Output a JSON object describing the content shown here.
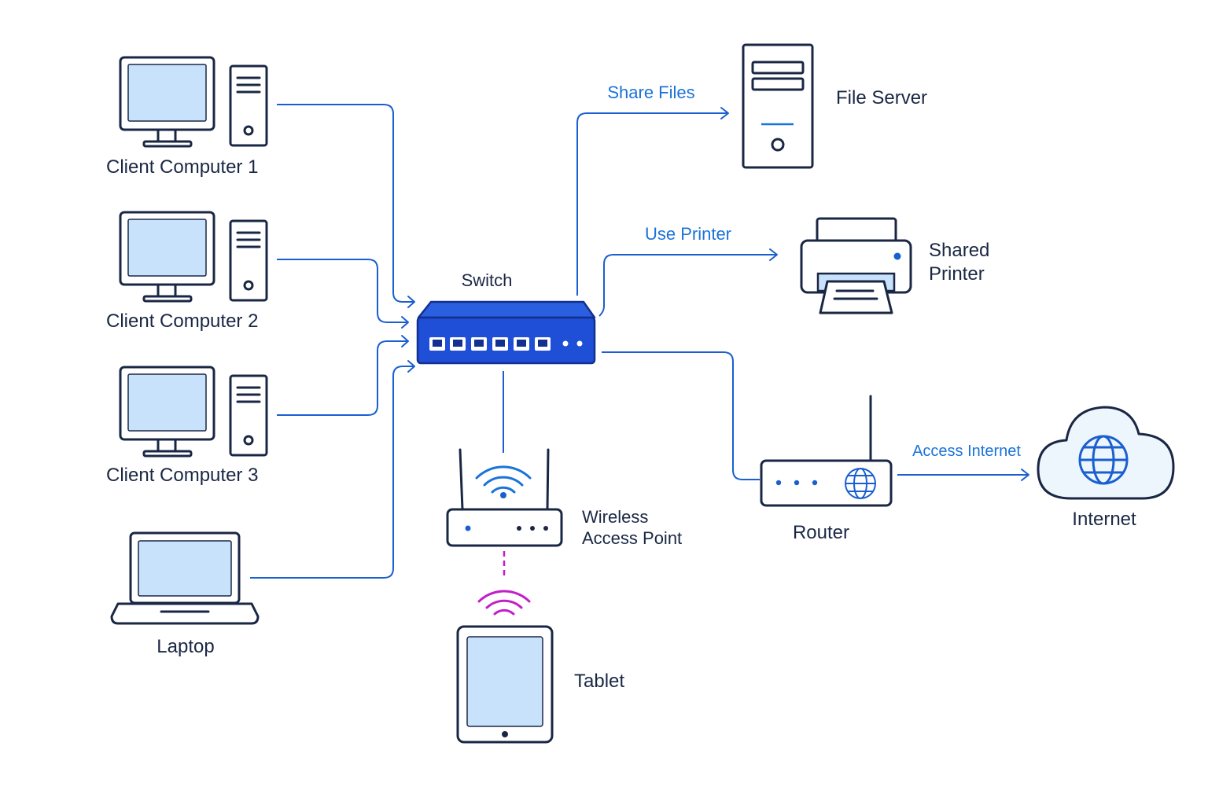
{
  "nodes": {
    "client1": "Client Computer 1",
    "client2": "Client Computer 2",
    "client3": "Client Computer 3",
    "laptop": "Laptop",
    "switch": "Switch",
    "wap_line1": "Wireless",
    "wap_line2": "Access Point",
    "tablet": "Tablet",
    "file_server": "File Server",
    "printer_line1": "Shared",
    "printer_line2": "Printer",
    "router": "Router",
    "internet": "Internet"
  },
  "edges": {
    "share_files": "Share Files",
    "use_printer": "Use Printer",
    "access_internet": "Access Internet"
  },
  "colors": {
    "link": "#1a5fd0",
    "link_label": "#1a73d9",
    "switch": "#1f4fd6",
    "wireless_client": "#c21fc9",
    "outline": "#1a2744",
    "screen": "#c8e2fb"
  },
  "icons": [
    "desktop-computer-icon",
    "laptop-icon",
    "network-switch-icon",
    "wireless-access-point-icon",
    "tablet-icon",
    "file-server-icon",
    "printer-icon",
    "router-icon",
    "cloud-globe-icon"
  ]
}
